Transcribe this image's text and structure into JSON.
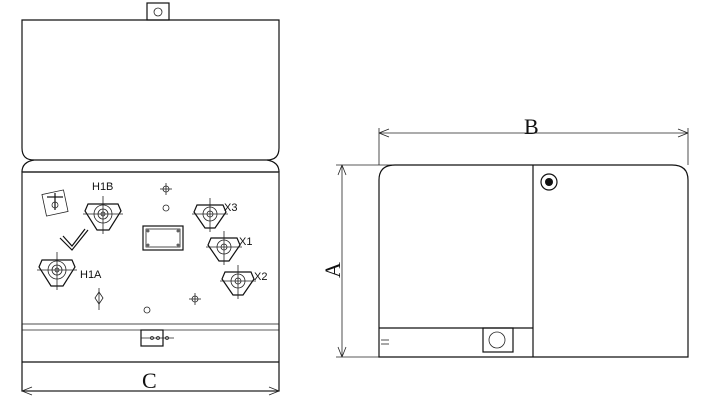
{
  "front_view": {
    "labels": {
      "h1b": "H1B",
      "h1a": "H1A",
      "x3": "X3",
      "x1": "X1",
      "x2": "X2"
    },
    "dimension_width": "C"
  },
  "side_view": {
    "dimension_width": "B",
    "dimension_height": "A"
  }
}
